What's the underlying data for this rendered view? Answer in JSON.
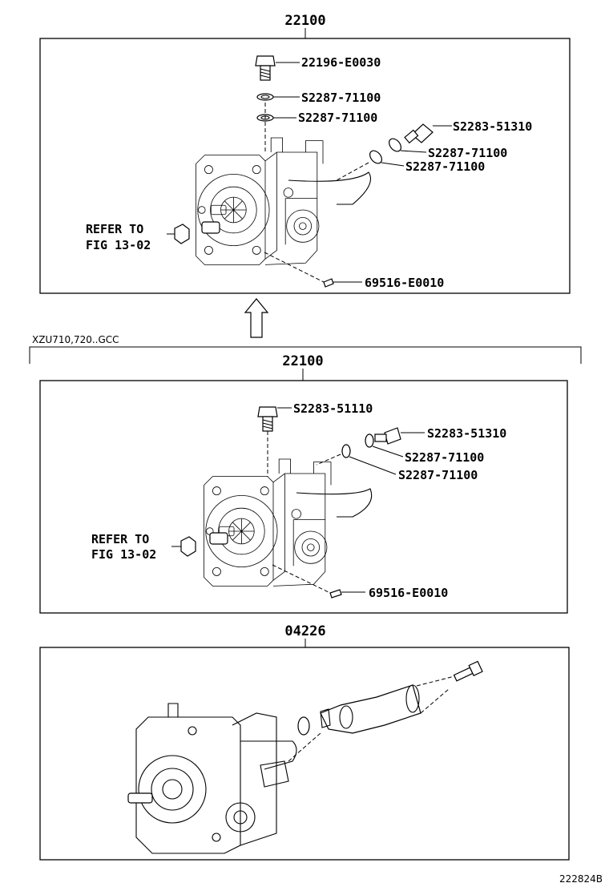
{
  "sections": [
    {
      "title": "22100",
      "labels": {
        "bolt": "22196-E0030",
        "washer_a": "S2287-71100",
        "washer_b": "S2287-71100",
        "union_bolt": "S2283-51310",
        "gasket_a": "S2287-71100",
        "gasket_b": "S2287-71100",
        "pin": "69516-E0010",
        "refer_line1": "REFER TO",
        "refer_line2": "FIG 13-02"
      }
    },
    {
      "variant_note": "XZU710,720..GCC",
      "title": "22100",
      "labels": {
        "bolt": "S2283-51110",
        "union_bolt": "S2283-51310",
        "gasket_a": "S2287-71100",
        "gasket_b": "S2287-71100",
        "pin": "69516-E0010",
        "refer_line1": "REFER TO",
        "refer_line2": "FIG 13-02"
      }
    },
    {
      "title": "04226"
    }
  ],
  "figure_code": "222824B"
}
